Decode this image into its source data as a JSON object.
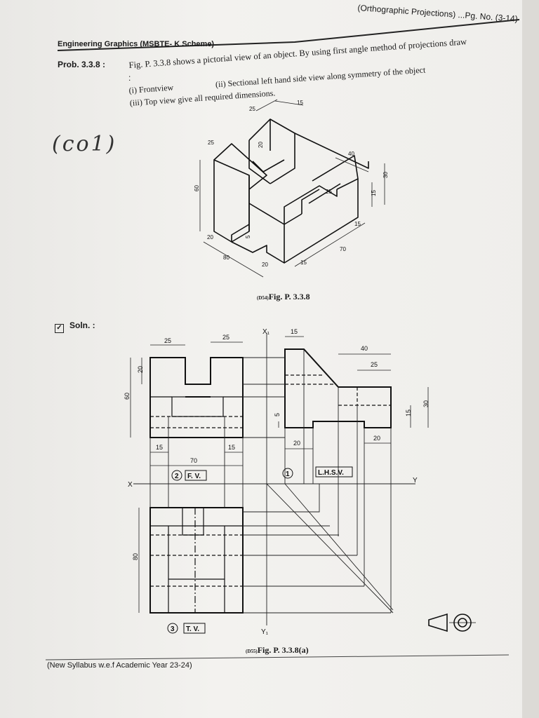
{
  "header": {
    "right": "(Orthographic Projections) ...Pg. No. (3-14)",
    "left": "Engineering Graphics (MSBTE- K Scheme)"
  },
  "problem": {
    "label": "Prob. 3.3.8 :",
    "line1": "Fig. P. 3.3.8 shows a pictorial view of an object. By using first angle method of projections draw",
    "colon": ":",
    "item1": "(i) Frontview",
    "item2": "(ii) Sectional left hand side view along symmetry of the object",
    "item3": "(iii) Top view give all required dimensions."
  },
  "handwritten_note": "(co1)",
  "figure1": {
    "code": "(D54)",
    "caption": "Fig. P. 3.3.8",
    "dims": [
      "15",
      "25",
      "25",
      "20",
      "40",
      "60",
      "25",
      "30",
      "15",
      "15",
      "5",
      "20",
      "80",
      "20",
      "15",
      "70"
    ]
  },
  "solution": {
    "label": "Soln. :",
    "check": "✓"
  },
  "figure2": {
    "code": "(D55)",
    "caption": "Fig. P. 3.3.8(a)",
    "fv_label": "F. V.",
    "fv_num": "2",
    "lhsv_label": "L.H.S.V.",
    "lhsv_num": "1",
    "tv_label": "T. V.",
    "tv_num": "3",
    "x_label": "X",
    "y_label": "Y",
    "x1_label": "X₁",
    "y1_label": "Y₁",
    "dims_fv": {
      "top_left": "25",
      "top_right": "25",
      "left_h": "20",
      "total_h": "60",
      "bot_left": "15",
      "bot_right": "15",
      "width": "70"
    },
    "dims_side": {
      "top": "15",
      "d40": "40",
      "d25": "25",
      "d5": "5",
      "d20a": "20",
      "d20b": "20",
      "d15": "15",
      "d30": "30"
    },
    "dims_tv": {
      "depth": "80"
    }
  },
  "footer": "(New Syllabus w.e.f Academic Year 23-24)"
}
